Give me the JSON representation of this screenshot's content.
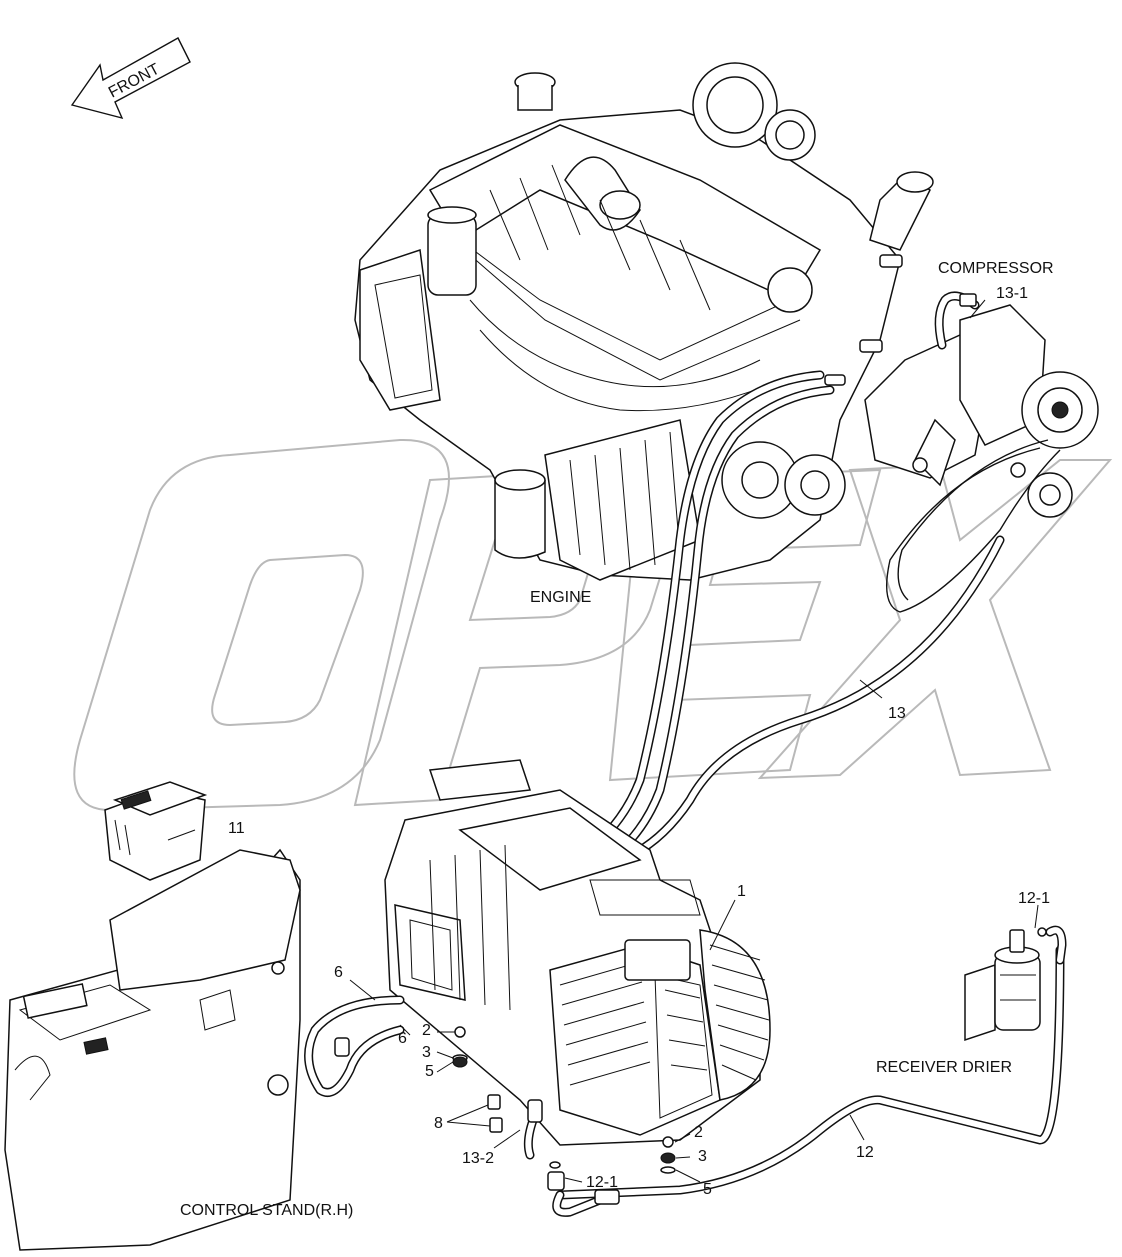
{
  "diagram": {
    "direction_label": "FRONT",
    "assemblies": {
      "engine": "ENGINE",
      "compressor": "COMPRESSOR",
      "receiver_drier": "RECEIVER DRIER",
      "control_stand": "CONTROL STAND(R.H)"
    },
    "callouts": {
      "c1": "1",
      "c2a": "2",
      "c2b": "2",
      "c3a": "3",
      "c3b": "3",
      "c5a": "5",
      "c5b": "5",
      "c6a": "6",
      "c6b": "6",
      "c8": "8",
      "c11": "11",
      "c12": "12",
      "c12_1a": "12-1",
      "c12_1b": "12-1",
      "c13": "13",
      "c13_1": "13-1",
      "c13_2": "13-2"
    },
    "watermark": "OPEX"
  }
}
